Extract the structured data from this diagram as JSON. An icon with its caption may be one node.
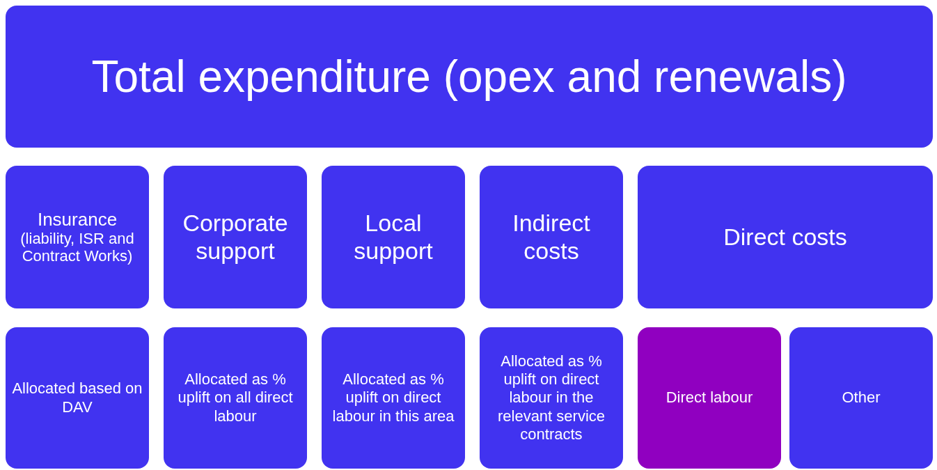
{
  "diagram": {
    "nodes": [
      {
        "text": [
          "Total expenditure (opex and renewals)"
        ]
      },
      {
        "text": [
          "Insurance",
          "(liability, ISR and Contract Works)"
        ]
      },
      {
        "text": [
          "Corporate support"
        ]
      },
      {
        "text": [
          "Local support"
        ]
      },
      {
        "text": [
          "Indirect costs"
        ]
      },
      {
        "text": [
          "Direct costs"
        ]
      },
      {
        "text": [
          "Allocated based on DAV"
        ]
      },
      {
        "text": [
          "Allocated as % uplift on all direct labour"
        ]
      },
      {
        "text": [
          "Allocated as % uplift on direct labour in this area"
        ]
      },
      {
        "text": [
          "Allocated as % uplift on direct labour in the relevant service contracts"
        ]
      },
      {
        "text": [
          "Direct labour"
        ]
      },
      {
        "text": [
          "Other"
        ]
      }
    ]
  }
}
